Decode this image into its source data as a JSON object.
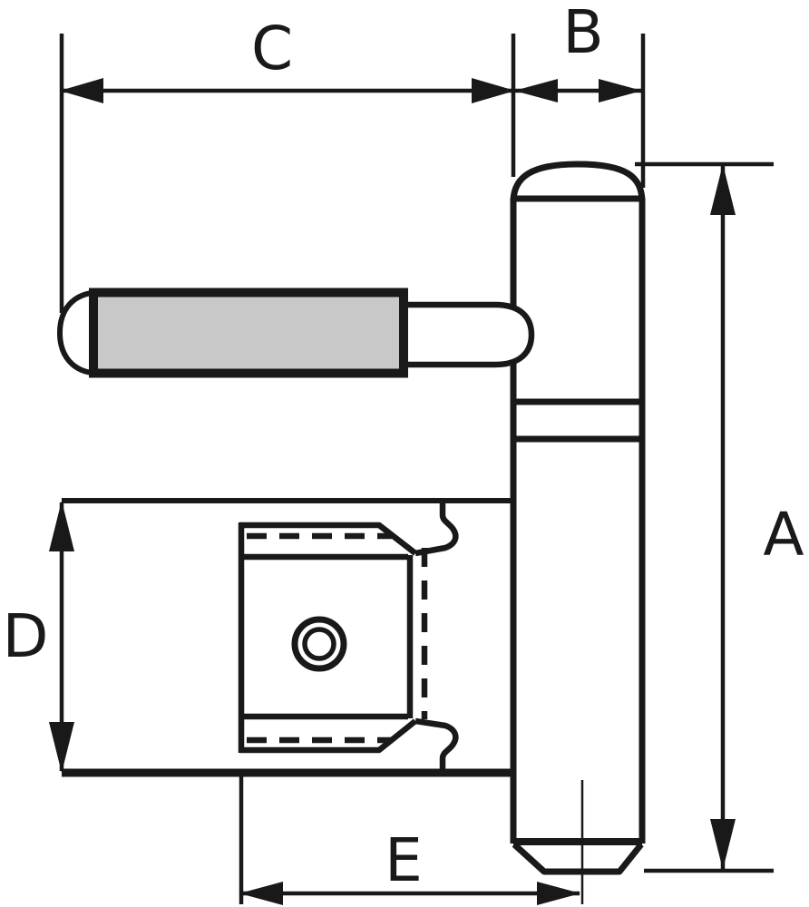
{
  "figure": {
    "labels": {
      "a": "A",
      "b": "B",
      "c": "C",
      "d": "D",
      "e": "E"
    }
  },
  "colors": {
    "ink": "#191919",
    "pin-fill": "#c8c8c8",
    "paper": "#ffffff"
  }
}
